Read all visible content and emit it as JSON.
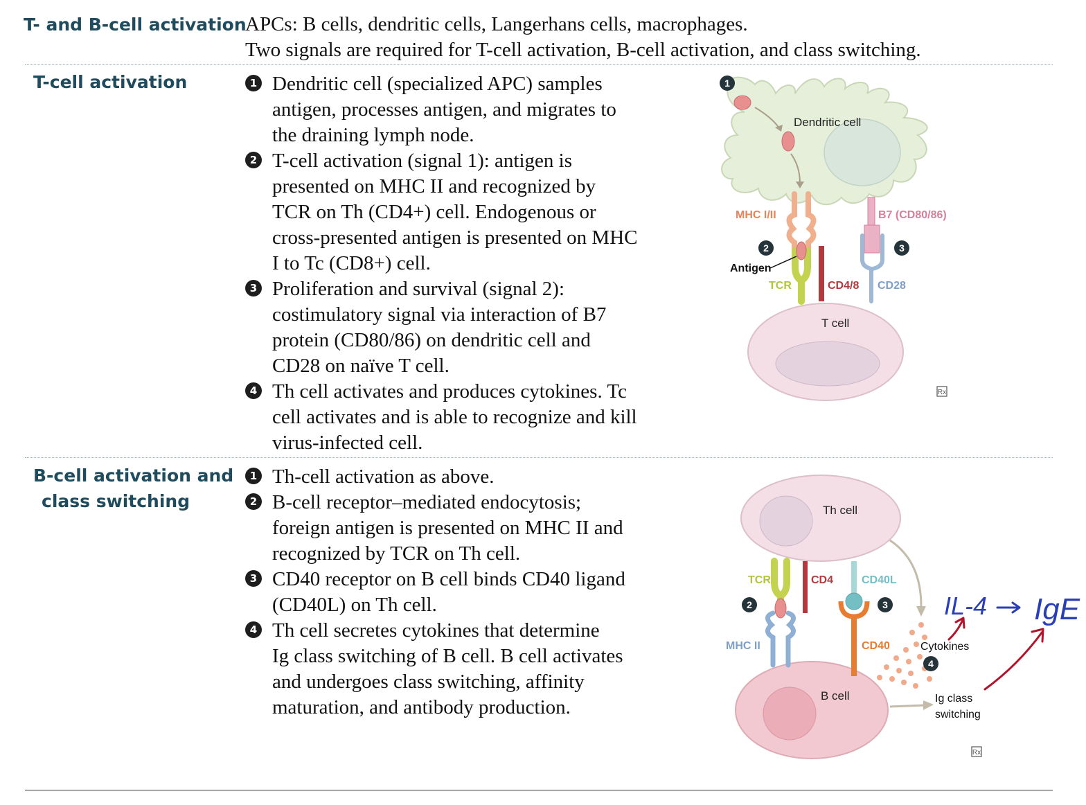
{
  "header": {
    "title": "T- and B-cell activation",
    "line1": "APCs: B cells, dendritic cells, Langerhans cells, macrophages.",
    "line2": "Two signals are required for T-cell activation, B-cell activation, and class switching."
  },
  "t_cell": {
    "title": "T-cell activation",
    "items": [
      {
        "num": "1",
        "lines": [
          "Dendritic cell (specialized APC) samples",
          "antigen, processes antigen, and migrates to",
          "the draining lymph node."
        ]
      },
      {
        "num": "2",
        "lines": [
          "T-cell activation (signal 1): antigen is",
          "presented on MHC II and recognized by",
          "TCR on Th (CD4+) cell. Endogenous or",
          "cross-presented antigen is presented on MHC",
          "I to Tc (CD8+) cell."
        ]
      },
      {
        "num": "3",
        "lines": [
          "Proliferation and survival (signal 2):",
          "costimulatory signal via interaction of B7",
          "protein (CD80/86) on dendritic cell and",
          "CD28 on naïve T cell."
        ]
      },
      {
        "num": "4",
        "lines": [
          "Th cell activates and produces cytokines. Tc",
          "cell activates and is able to recognize and kill",
          "virus-infected cell."
        ]
      }
    ],
    "figure": {
      "dendritic_cell": "Dendritic cell",
      "mhc": "MHC I/II",
      "b7": "B7 (CD80/86)",
      "antigen": "Antigen",
      "tcr": "TCR",
      "cd48": "CD4/8",
      "cd28": "CD28",
      "t_cell": "T cell",
      "badge1": "1",
      "badge2": "2",
      "badge3": "3",
      "logo": "Rx"
    }
  },
  "b_cell": {
    "title_line1": "B-cell activation and",
    "title_line2": "class switching",
    "items": [
      {
        "num": "1",
        "lines": [
          "Th-cell activation as above."
        ]
      },
      {
        "num": "2",
        "lines": [
          "B-cell receptor–mediated endocytosis;",
          "foreign antigen is presented on MHC II and",
          "recognized by TCR on Th cell."
        ]
      },
      {
        "num": "3",
        "lines": [
          "CD40 receptor on B cell binds CD40 ligand",
          "(CD40L) on Th cell."
        ]
      },
      {
        "num": "4",
        "lines": [
          "Th cell secretes cytokines that determine",
          "Ig class switching of B cell. B cell activates",
          "and undergoes class switching, affinity",
          "maturation, and antibody production."
        ]
      }
    ],
    "figure": {
      "th_cell": "Th cell",
      "tcr": "TCR",
      "cd4": "CD4",
      "cd40l": "CD40L",
      "mhc2": "MHC II",
      "cd40": "CD40",
      "cytokines": "Cytokines",
      "b_cell": "B cell",
      "ig_switch1": "Ig class",
      "ig_switch2": "switching",
      "badge2": "2",
      "badge3": "3",
      "badge4": "4",
      "logo": "Rx"
    },
    "handwriting": {
      "il4": "IL-4",
      "ige": "IgE"
    }
  },
  "colors": {
    "title": "#1f4b5c",
    "mhc": "#e9835a",
    "b7": "#d77f9a",
    "tcr": "#b2c53a",
    "cd48": "#b23a3e",
    "cd28": "#7f9fc4",
    "cd40l": "#74bfc4",
    "cd40": "#e67d33",
    "handwriting_blue": "#2b3fb5",
    "handwriting_red": "#b4142b"
  }
}
